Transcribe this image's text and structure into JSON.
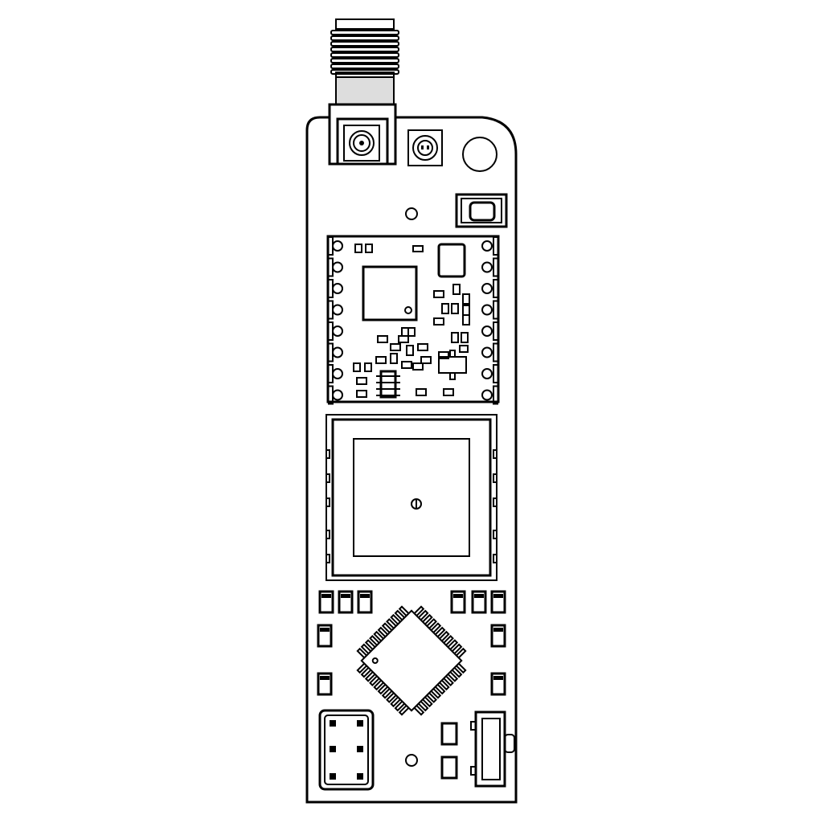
{
  "drawing": {
    "line_color": "#000000",
    "background": "#ffffff"
  },
  "parts": {
    "sma_connector": {
      "icon": "sma-connector-icon"
    },
    "ufl_connectors": {
      "count": 2
    },
    "mounting_holes": {
      "count": 1
    },
    "push_button": {
      "icon": "tactile-button-icon"
    },
    "radio_module": {
      "castellated_pads_per_side": 8
    },
    "gnss_patch_antenna": {
      "icon": "patch-antenna-icon"
    },
    "mcu_qfp": {
      "pins_per_side": 11
    },
    "pin_header": {
      "rows": 3,
      "cols": 2
    },
    "slide_switch": {
      "icon": "slide-switch-icon"
    }
  }
}
